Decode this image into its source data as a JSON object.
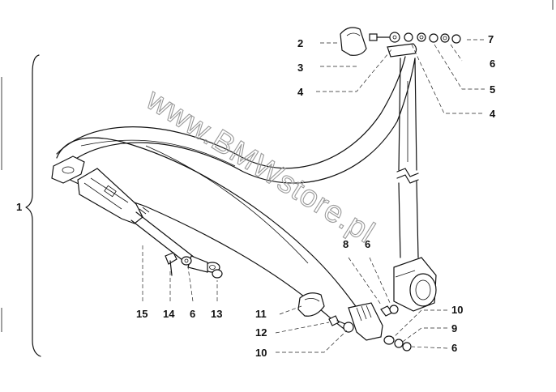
{
  "watermark": "www.BMWstore.pl",
  "callouts": {
    "c1": "1",
    "c2": "2",
    "c3": "3",
    "c4a": "4",
    "c4b": "4",
    "c5": "5",
    "c6a": "6",
    "c6b": "6",
    "c6c": "6",
    "c6d": "6",
    "c7": "7",
    "c8": "8",
    "c9": "9",
    "c10a": "10",
    "c10b": "10",
    "c11": "11",
    "c12": "12",
    "c13": "13",
    "c14": "14",
    "c15": "15"
  }
}
